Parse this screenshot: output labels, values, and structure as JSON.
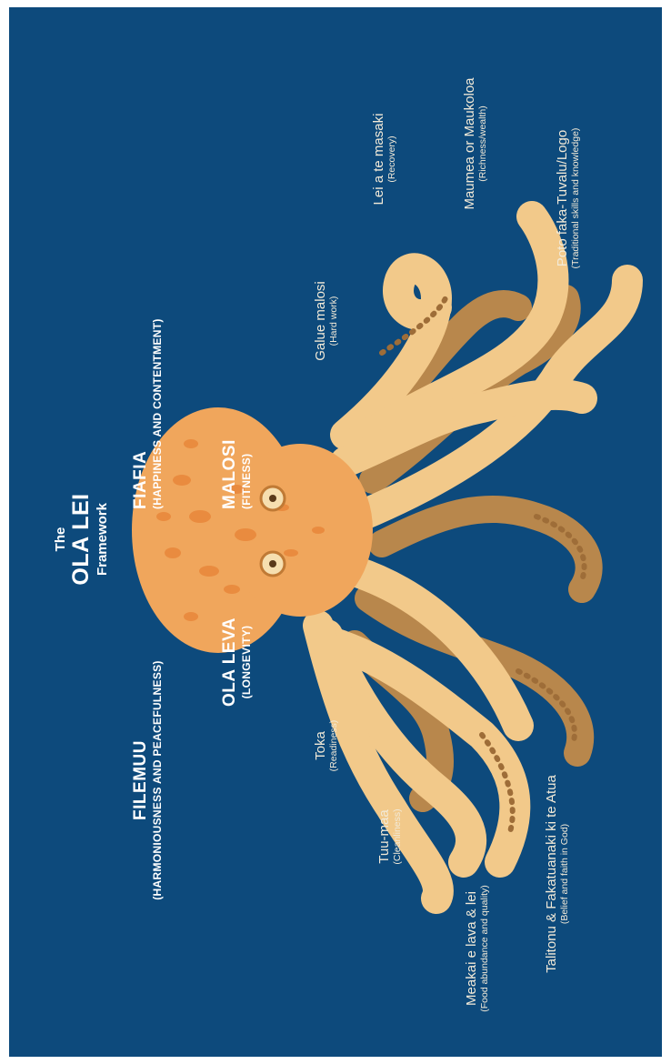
{
  "title": {
    "line1": "The",
    "line2": "OLA LEI",
    "line3": "Framework"
  },
  "pillars": {
    "filemuu": {
      "name": "FILEMUU",
      "desc": "(HARMONIOUSNESS AND PEACEFULNESS)"
    },
    "fiafia": {
      "name": "FIAFIA",
      "desc": "(HAPPINESS AND CONTENTMENT)"
    },
    "ola_leva": {
      "name": "OLA LEVA",
      "desc": "(LONGEVITY)"
    },
    "malosi": {
      "name": "MALOSI",
      "desc": "(FITNESS)"
    }
  },
  "tentacles": [
    {
      "name": "Toka",
      "desc": "(Readiness)"
    },
    {
      "name": "Tuu-maa",
      "desc": "(Cleanliness)"
    },
    {
      "name": "Meakai e lava & lei",
      "desc": "(Food abundance and quality)"
    },
    {
      "name": "Talitonu & Fakatuanaki ki te Atua",
      "desc": "(Belief and faith in God)"
    },
    {
      "name": "Galue malosi",
      "desc": "(Hard work)"
    },
    {
      "name": "Lei a te masaki",
      "desc": "(Recovery)"
    },
    {
      "name": "Maumea or Maukoloa",
      "desc": "(Richness/wealth)"
    },
    {
      "name": "Poto faka-Tuvalu/Logo",
      "desc": "(Traditional skills and knowledge)"
    }
  ],
  "colors": {
    "background": "#0d4a7c",
    "octopus_body": "#f0a65c",
    "tentacle_light": "#f2c98a",
    "tentacle_dark": "#b8874c",
    "text": "#ffffff"
  }
}
